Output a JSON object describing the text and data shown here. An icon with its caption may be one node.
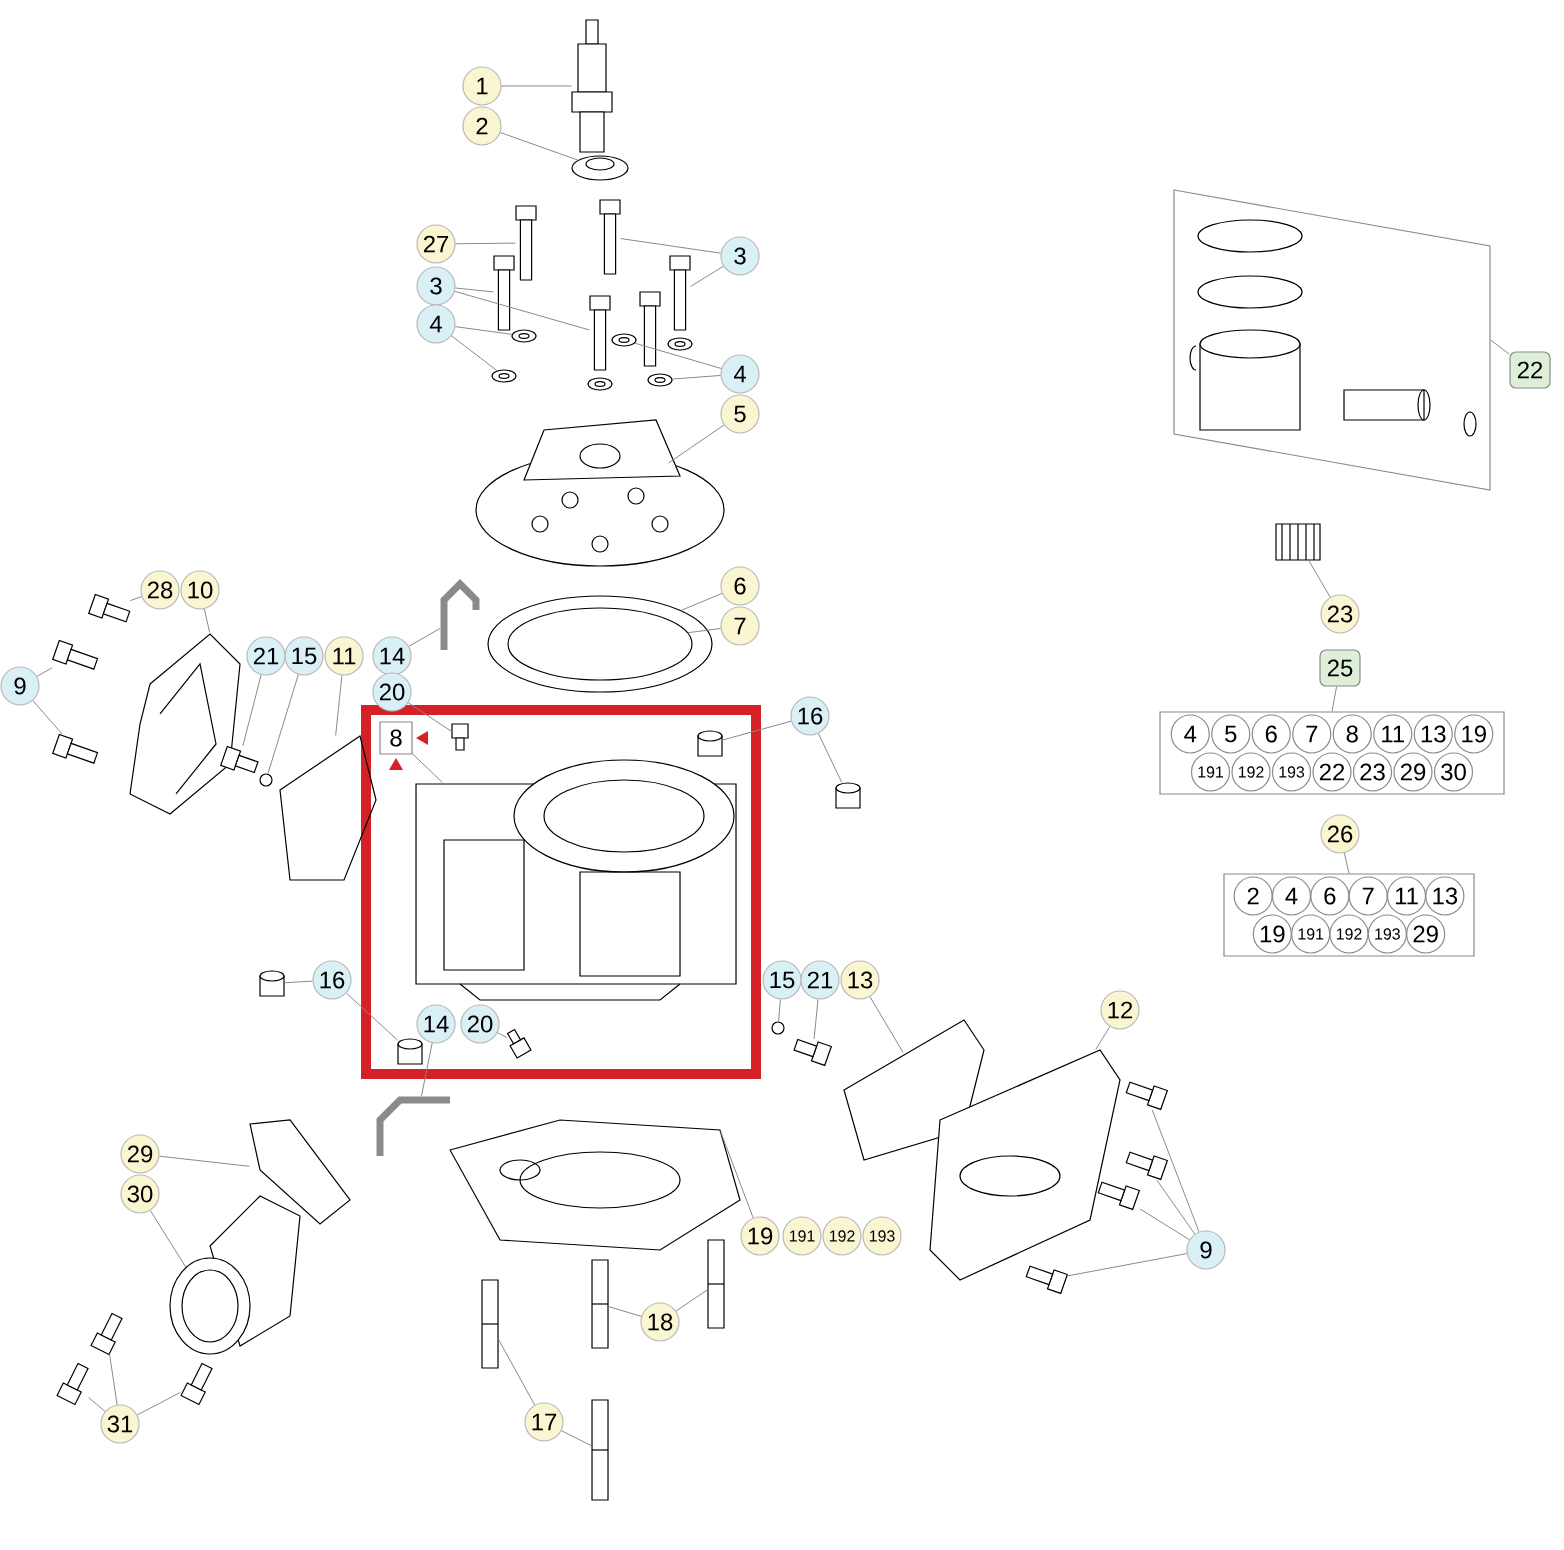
{
  "diagram": {
    "nodes": [
      {
        "text": [
          "1"
        ]
      },
      {
        "text": [
          "2"
        ]
      },
      {
        "text": [
          "27"
        ]
      },
      {
        "text": [
          "3"
        ]
      },
      {
        "text": [
          "4"
        ]
      },
      {
        "text": [
          "3"
        ]
      },
      {
        "text": [
          "4"
        ]
      },
      {
        "text": [
          "5"
        ]
      },
      {
        "text": [
          "6"
        ]
      },
      {
        "text": [
          "7"
        ]
      },
      {
        "text": [
          "28"
        ]
      },
      {
        "text": [
          "10"
        ]
      },
      {
        "text": [
          "9"
        ]
      },
      {
        "text": [
          "21"
        ]
      },
      {
        "text": [
          "15"
        ]
      },
      {
        "text": [
          "11"
        ]
      },
      {
        "text": [
          "14"
        ]
      },
      {
        "text": [
          "20"
        ]
      },
      {
        "text": [
          "8"
        ]
      },
      {
        "text": [
          "16"
        ]
      },
      {
        "text": [
          "16"
        ]
      },
      {
        "text": [
          "14"
        ]
      },
      {
        "text": [
          "20"
        ]
      },
      {
        "text": [
          "15"
        ]
      },
      {
        "text": [
          "21"
        ]
      },
      {
        "text": [
          "13"
        ]
      },
      {
        "text": [
          "12"
        ]
      },
      {
        "text": [
          "9"
        ]
      },
      {
        "text": [
          "29"
        ]
      },
      {
        "text": [
          "30"
        ]
      },
      {
        "text": [
          "31"
        ]
      },
      {
        "text": [
          "17"
        ]
      },
      {
        "text": [
          "18"
        ]
      },
      {
        "text": [
          "19"
        ]
      },
      {
        "text": [
          "191"
        ]
      },
      {
        "text": [
          "192"
        ]
      },
      {
        "text": [
          "193"
        ]
      },
      {
        "text": [
          "22"
        ]
      },
      {
        "text": [],
        "shape": "box"
      },
      {
        "text": [
          "23"
        ]
      },
      {
        "text": [
          "25"
        ]
      },
      {
        "text": [],
        "shape": "box"
      },
      {
        "text": [
          "4"
        ],
        "in": 41
      },
      {
        "text": [
          "5"
        ],
        "in": 41
      },
      {
        "text": [
          "6"
        ],
        "in": 41
      },
      {
        "text": [
          "7"
        ],
        "in": 41
      },
      {
        "text": [
          "8"
        ],
        "in": 41
      },
      {
        "text": [
          "11"
        ],
        "in": 41
      },
      {
        "text": [
          "13"
        ],
        "in": 41
      },
      {
        "text": [
          "19"
        ],
        "in": 41
      },
      {
        "text": [
          "191"
        ],
        "in": 41
      },
      {
        "text": [
          "192"
        ],
        "in": 41
      },
      {
        "text": [
          "193"
        ],
        "in": 41
      },
      {
        "text": [
          "22"
        ],
        "in": 41
      },
      {
        "text": [
          "23"
        ],
        "in": 41
      },
      {
        "text": [
          "29"
        ],
        "in": 41
      },
      {
        "text": [
          "30"
        ],
        "in": 41
      },
      {
        "text": [
          "26"
        ]
      },
      {
        "text": [],
        "shape": "box"
      },
      {
        "text": [
          "2"
        ],
        "in": 58
      },
      {
        "text": [
          "4"
        ],
        "in": 58
      },
      {
        "text": [
          "6"
        ],
        "in": 58
      },
      {
        "text": [
          "7"
        ],
        "in": 58
      },
      {
        "text": [
          "11"
        ],
        "in": 58
      },
      {
        "text": [
          "13"
        ],
        "in": 58
      },
      {
        "text": [
          "19"
        ],
        "in": 58
      },
      {
        "text": [
          "191"
        ],
        "in": 58
      },
      {
        "text": [
          "192"
        ],
        "in": 58
      },
      {
        "text": [
          "193"
        ],
        "in": 58
      },
      {
        "text": [
          "29"
        ],
        "in": 58
      },
      {
        "text": [],
        "shape": "picture"
      },
      {
        "text": [],
        "shape": "picture"
      },
      {
        "text": [],
        "shape": "picture"
      },
      {
        "text": [],
        "shape": "picture"
      },
      {
        "text": [],
        "shape": "picture"
      },
      {
        "text": [],
        "shape": "picture"
      },
      {
        "text": [],
        "shape": "picture"
      },
      {
        "text": [],
        "shape": "picture"
      },
      {
        "text": [],
        "shape": "picture"
      },
      {
        "text": [],
        "shape": "picture"
      },
      {
        "text": [],
        "shape": "picture"
      },
      {
        "text": [],
        "shape": "picture"
      },
      {
        "text": [],
        "shape": "picture"
      },
      {
        "text": [],
        "shape": "circle",
        "in": 82
      },
      {
        "text": [],
        "shape": "picture"
      },
      {
        "text": [],
        "shape": "picture"
      },
      {
        "text": [],
        "shape": "picture"
      },
      {
        "text": [],
        "shape": "picture"
      },
      {
        "text": [],
        "shape": "picture"
      },
      {
        "text": [],
        "shape": "picture"
      },
      {
        "text": [],
        "shape": "picture"
      },
      {
        "text": [],
        "shape": "picture"
      },
      {
        "text": [],
        "shape": "box"
      },
      {
        "text": [],
        "shape": "picture"
      },
      {
        "text": [],
        "shape": "cylinder"
      },
      {
        "text": [],
        "shape": "cylinder"
      },
      {
        "text": [],
        "shape": "cylinder"
      },
      {
        "text": [],
        "shape": "picture"
      },
      {
        "text": [],
        "shape": "picture"
      },
      {
        "text": [],
        "shape": "picture"
      },
      {
        "text": [],
        "shape": "picture"
      },
      {
        "text": [],
        "shape": "picture"
      },
      {
        "text": [],
        "shape": "picture"
      },
      {
        "text": [],
        "shape": "picture"
      },
      {
        "text": [],
        "shape": "picture"
      },
      {
        "text": [],
        "shape": "picture"
      },
      {
        "text": [],
        "shape": "picture"
      },
      {
        "text": [],
        "shape": "picture"
      },
      {
        "text": [],
        "shape": "picture"
      },
      {
        "text": [],
        "shape": "picture"
      },
      {
        "text": [],
        "shape": "picture"
      },
      {
        "text": [],
        "shape": "picture"
      },
      {
        "text": [],
        "shape": "picture"
      },
      {
        "text": [],
        "shape": "picture"
      },
      {
        "text": [],
        "shape": "picture"
      },
      {
        "text": [],
        "shape": "picture"
      },
      {
        "text": [],
        "shape": "picture"
      },
      {
        "text": [],
        "shape": "picture"
      },
      {
        "text": [],
        "shape": "cylinder"
      }
    ],
    "edges": [
      {
        "from": 0,
        "to": 70,
        "arrow": "none"
      },
      {
        "from": 1,
        "to": 71,
        "arrow": "none"
      },
      {
        "from": 2,
        "to": 72,
        "arrow": "none"
      },
      {
        "from": 3,
        "to": 73,
        "arrow": "none"
      },
      {
        "from": 3,
        "to": 74,
        "arrow": "none"
      },
      {
        "from": 4,
        "to": 75,
        "arrow": "none"
      },
      {
        "from": 4,
        "to": 76,
        "arrow": "none"
      },
      {
        "from": 5,
        "to": 77,
        "arrow": "none"
      },
      {
        "from": 5,
        "to": 78,
        "arrow": "none"
      },
      {
        "from": 6,
        "to": 79,
        "arrow": "none"
      },
      {
        "from": 6,
        "to": 80,
        "arrow": "none"
      },
      {
        "from": 7,
        "to": 81,
        "arrow": "none"
      },
      {
        "from": 8,
        "to": 82,
        "arrow": "none"
      },
      {
        "from": 9,
        "to": 83,
        "arrow": "none"
      },
      {
        "from": 10,
        "to": 85,
        "arrow": "none"
      },
      {
        "from": 11,
        "to": 84,
        "arrow": "none"
      },
      {
        "from": 12,
        "to": 86,
        "arrow": "none"
      },
      {
        "from": 12,
        "to": 87,
        "arrow": "none"
      },
      {
        "from": 13,
        "to": 88,
        "arrow": "none"
      },
      {
        "from": 14,
        "to": 89,
        "arrow": "none"
      },
      {
        "from": 15,
        "to": 90,
        "arrow": "none"
      },
      {
        "from": 16,
        "to": 91,
        "arrow": "none"
      },
      {
        "from": 17,
        "to": 92,
        "arrow": "none"
      },
      {
        "from": 18,
        "to": 93,
        "arrow": "none"
      },
      {
        "from": 19,
        "to": 94,
        "arrow": "none"
      },
      {
        "from": 19,
        "to": 95,
        "arrow": "none"
      },
      {
        "from": 20,
        "to": 96,
        "arrow": "none"
      },
      {
        "from": 21,
        "to": 97,
        "arrow": "none"
      },
      {
        "from": 22,
        "to": 98,
        "arrow": "none"
      },
      {
        "from": 23,
        "to": 99,
        "arrow": "none"
      },
      {
        "from": 24,
        "to": 100,
        "arrow": "none"
      },
      {
        "from": 25,
        "to": 101,
        "arrow": "none"
      },
      {
        "from": 26,
        "to": 102,
        "arrow": "none"
      },
      {
        "from": 27,
        "to": 103,
        "arrow": "none"
      },
      {
        "from": 27,
        "to": 104,
        "arrow": "none"
      },
      {
        "from": 27,
        "to": 105,
        "arrow": "none"
      },
      {
        "from": 27,
        "to": 106,
        "arrow": "none"
      },
      {
        "from": 28,
        "to": 107,
        "arrow": "none"
      },
      {
        "from": 29,
        "to": 108,
        "arrow": "none"
      },
      {
        "from": 30,
        "to": 109,
        "arrow": "none"
      },
      {
        "from": 30,
        "to": 110,
        "arrow": "none"
      },
      {
        "from": 30,
        "to": 111,
        "arrow": "none"
      },
      {
        "from": 31,
        "to": 112,
        "arrow": "none"
      },
      {
        "from": 31,
        "to": 113,
        "arrow": "none"
      },
      {
        "from": 32,
        "to": 114,
        "arrow": "none"
      },
      {
        "from": 32,
        "to": 115,
        "arrow": "none"
      },
      {
        "from": 33,
        "to": 116,
        "arrow": "none"
      },
      {
        "from": 37,
        "to": 38,
        "arrow": "none"
      },
      {
        "from": 39,
        "to": 117,
        "arrow": "none"
      },
      {
        "from": 40,
        "to": 41,
        "arrow": "none"
      },
      {
        "from": 57,
        "to": 58,
        "arrow": "none"
      },
      {
        "from": 20,
        "to": 118,
        "arrow": "none"
      }
    ]
  }
}
